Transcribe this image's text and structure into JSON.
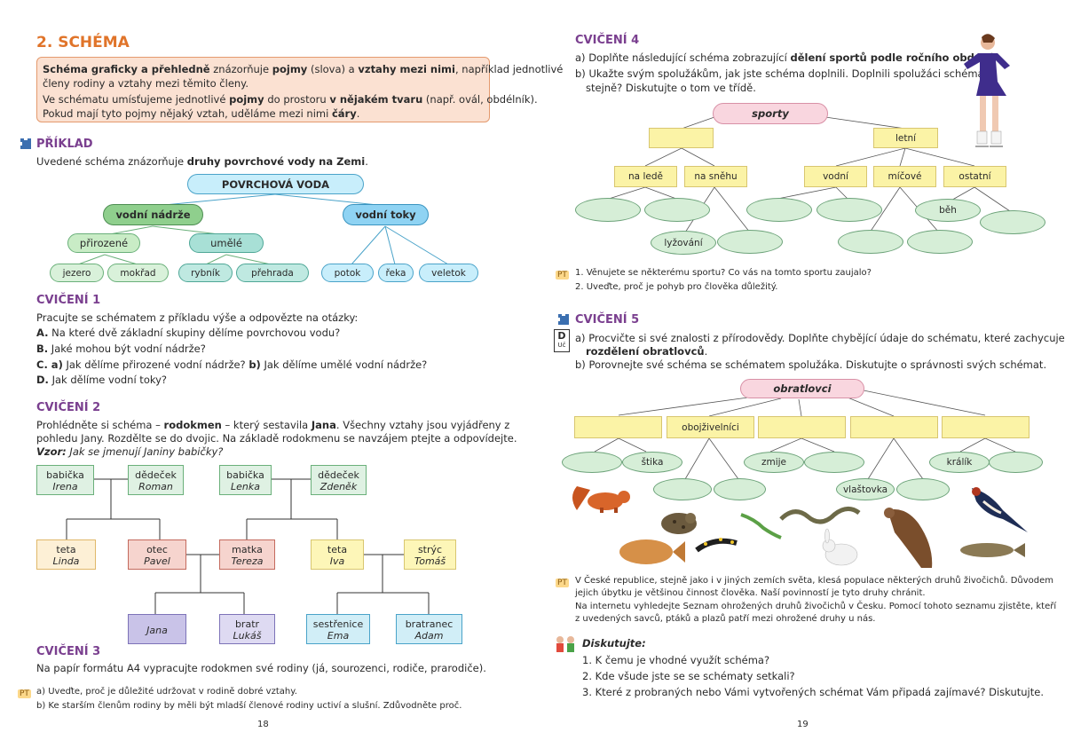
{
  "left": {
    "section_title": "2. SCHÉMA",
    "intro": {
      "l1a": "Schéma graficky a přehledně",
      "l1b": " znázorňuje ",
      "l1c": "pojmy",
      "l1d": " (slova) a ",
      "l1e": "vztahy mezi nimi",
      "l1f": ", například jednotlivé",
      "l2": "členy rodiny a vztahy mezi těmito členy.",
      "l3a": "Ve schématu umísťujeme jednotlivé ",
      "l3b": "pojmy",
      "l3c": " do prostoru ",
      "l3d": "v nějakém tvaru",
      "l3e": " (např. ovál, obdélník).",
      "l4a": "Pokud mají tyto pojmy nějaký vztah, uděláme mezi nimi ",
      "l4b": "čáry",
      "l4c": "."
    },
    "example": {
      "title": "PŘÍKLAD",
      "text_a": "Uvedené schéma znázorňuje ",
      "text_b": "druhy povrchové vody na Zemi",
      "text_c": ".",
      "nodes": {
        "root": "POVRCHOVÁ VODA",
        "nadrze": "vodní nádrže",
        "toky": "vodní toky",
        "prirozene": "přirozené",
        "umele": "umělé",
        "jezero": "jezero",
        "mokrad": "mokřad",
        "rybnik": "rybník",
        "prehrada": "přehrada",
        "potok": "potok",
        "reka": "řeka",
        "veletok": "veletok"
      }
    },
    "ex1": {
      "title": "CVIČENÍ 1",
      "intro": "Pracujte se schématem z příkladu výše a odpovězte na otázky:",
      "qA_letter": "A.",
      "qA": " Na které dvě základní skupiny dělíme povrchovou vodu?",
      "qB_letter": "B.",
      "qB": " Jaké mohou být vodní nádrže?",
      "qC_letter": "C. a)",
      "qC1": " Jak dělíme přirozené vodní nádrže? ",
      "qC_b": "b)",
      "qC2": " Jak dělíme umělé vodní nádrže?",
      "qD_letter": "D.",
      "qD": " Jak dělíme vodní toky?"
    },
    "ex2": {
      "title": "CVIČENÍ 2",
      "l1a": "Prohlédněte si schéma – ",
      "l1b": "rodokmen",
      "l1c": " – který sestavila ",
      "l1d": "Jana",
      "l1e": ". Všechny vztahy jsou vyjádřeny z",
      "l2": "pohledu Jany. Rozdělte se do dvojic. Na základě rodokmenu se navzájem ptejte a odpovídejte.",
      "l3a": "Vzor:",
      "l3b": " Jak se jmenují Janiny babičky?",
      "tree": {
        "b1_role": "babička",
        "b1_name": "Irena",
        "d1_role": "dědeček",
        "d1_name": "Roman",
        "b2_role": "babička",
        "b2_name": "Lenka",
        "d2_role": "dědeček",
        "d2_name": "Zdeněk",
        "t1_role": "teta",
        "t1_name": "Linda",
        "otec_role": "otec",
        "otec_name": "Pavel",
        "matka_role": "matka",
        "matka_name": "Tereza",
        "t2_role": "teta",
        "t2_name": "Iva",
        "stryc_role": "strýc",
        "stryc_name": "Tomáš",
        "jana_name": "Jana",
        "bratr_role": "bratr",
        "bratr_name": "Lukáš",
        "ses_role": "sestřenice",
        "ses_name": "Ema",
        "brat_role": "bratranec",
        "brat_name": "Adam"
      }
    },
    "ex3": {
      "title": "CVIČENÍ 3",
      "text": "Na papír formátu A4 vypracujte rodokmen své rodiny (já, sourozenci, rodiče, prarodiče).",
      "pt": "PT",
      "a": "a) Uveďte, proč je důležité udržovat v rodině dobré vztahy.",
      "b": "b) Ke starším členům rodiny by měli být mladší členové rodiny uctiví a slušní. Zdůvodněte proč."
    },
    "page_number": "18"
  },
  "right": {
    "ex4": {
      "title": "CVIČENÍ 4",
      "a1": "a) Doplňte následující schéma zobrazující ",
      "a2": "dělení sportů podle ročního období",
      "a3": ".",
      "b1": "b) Ukažte svým spolužákům, jak jste schéma doplnili. Doplnili spolužáci schéma",
      "b2": "stejně? Diskutujte o tom ve třídě.",
      "nodes": {
        "root": "sporty",
        "letni": "letní",
        "na_lede": "na ledě",
        "na_snehu": "na sněhu",
        "vodni": "vodní",
        "micove": "míčové",
        "ostatni": "ostatní",
        "beh": "běh",
        "lyzovani": "lyžování"
      },
      "pt": "PT",
      "pt1": "1. Věnujete se některému sportu? Co vás na tomto sportu zaujalo?",
      "pt2": "2. Uveďte, proč je pohyb pro člověka důležitý."
    },
    "ex5": {
      "title": "CVIČENÍ 5",
      "badge_top": "D",
      "badge_bottom": "Uč",
      "a1": "a) Procvičte si své znalosti z přírodovědy. Doplňte chybějící údaje do schématu, které zachycuje",
      "a2": "rozdělení obratlovců",
      "a3": ".",
      "b": "b) Porovnejte své schéma se schématem spolužáka. Diskutujte o správnosti svých schémat.",
      "nodes": {
        "root": "obratlovci",
        "obojzivelnici": "obojživelníci",
        "stika": "štika",
        "zmije": "zmije",
        "kralik": "králík",
        "vlastovka": "vlaštovka"
      },
      "pt": "PT",
      "pt_l1": "V České republice, stejně jako i v jiných zemích světa, klesá populace některých druhů živočichů. Důvodem",
      "pt_l2": "jejich úbytku je většinou činnost člověka. Naší povinností je tyto druhy chránit.",
      "pt_l3": "Na internetu vyhledejte Seznam ohrožených druhů živočichů v Česku. Pomocí tohoto seznamu zjistěte, kteří",
      "pt_l4": "z uvedených savců, ptáků a plazů patří mezi ohrožené druhy u nás."
    },
    "discuss": {
      "title": "Diskutujte:",
      "q1": "1. K čemu je vhodné využít schéma?",
      "q2": "2. Kde všude jste se se schématy setkali?",
      "q3": "3. Které z probraných nebo Vámi vytvořených schémat Vám připadá zajímavé? Diskutujte."
    },
    "page_number": "19"
  },
  "colors": {
    "title_orange": "#e0742a",
    "heading_purple": "#7a3f8f",
    "intro_box": "#fbe1d2",
    "green_pill": "#8fcf8d",
    "blue_pill": "#8fd3f3",
    "teal_pill": "#9edbcf",
    "yellow_box": "#fbf3a6",
    "pink_pill": "#f9d6df"
  }
}
